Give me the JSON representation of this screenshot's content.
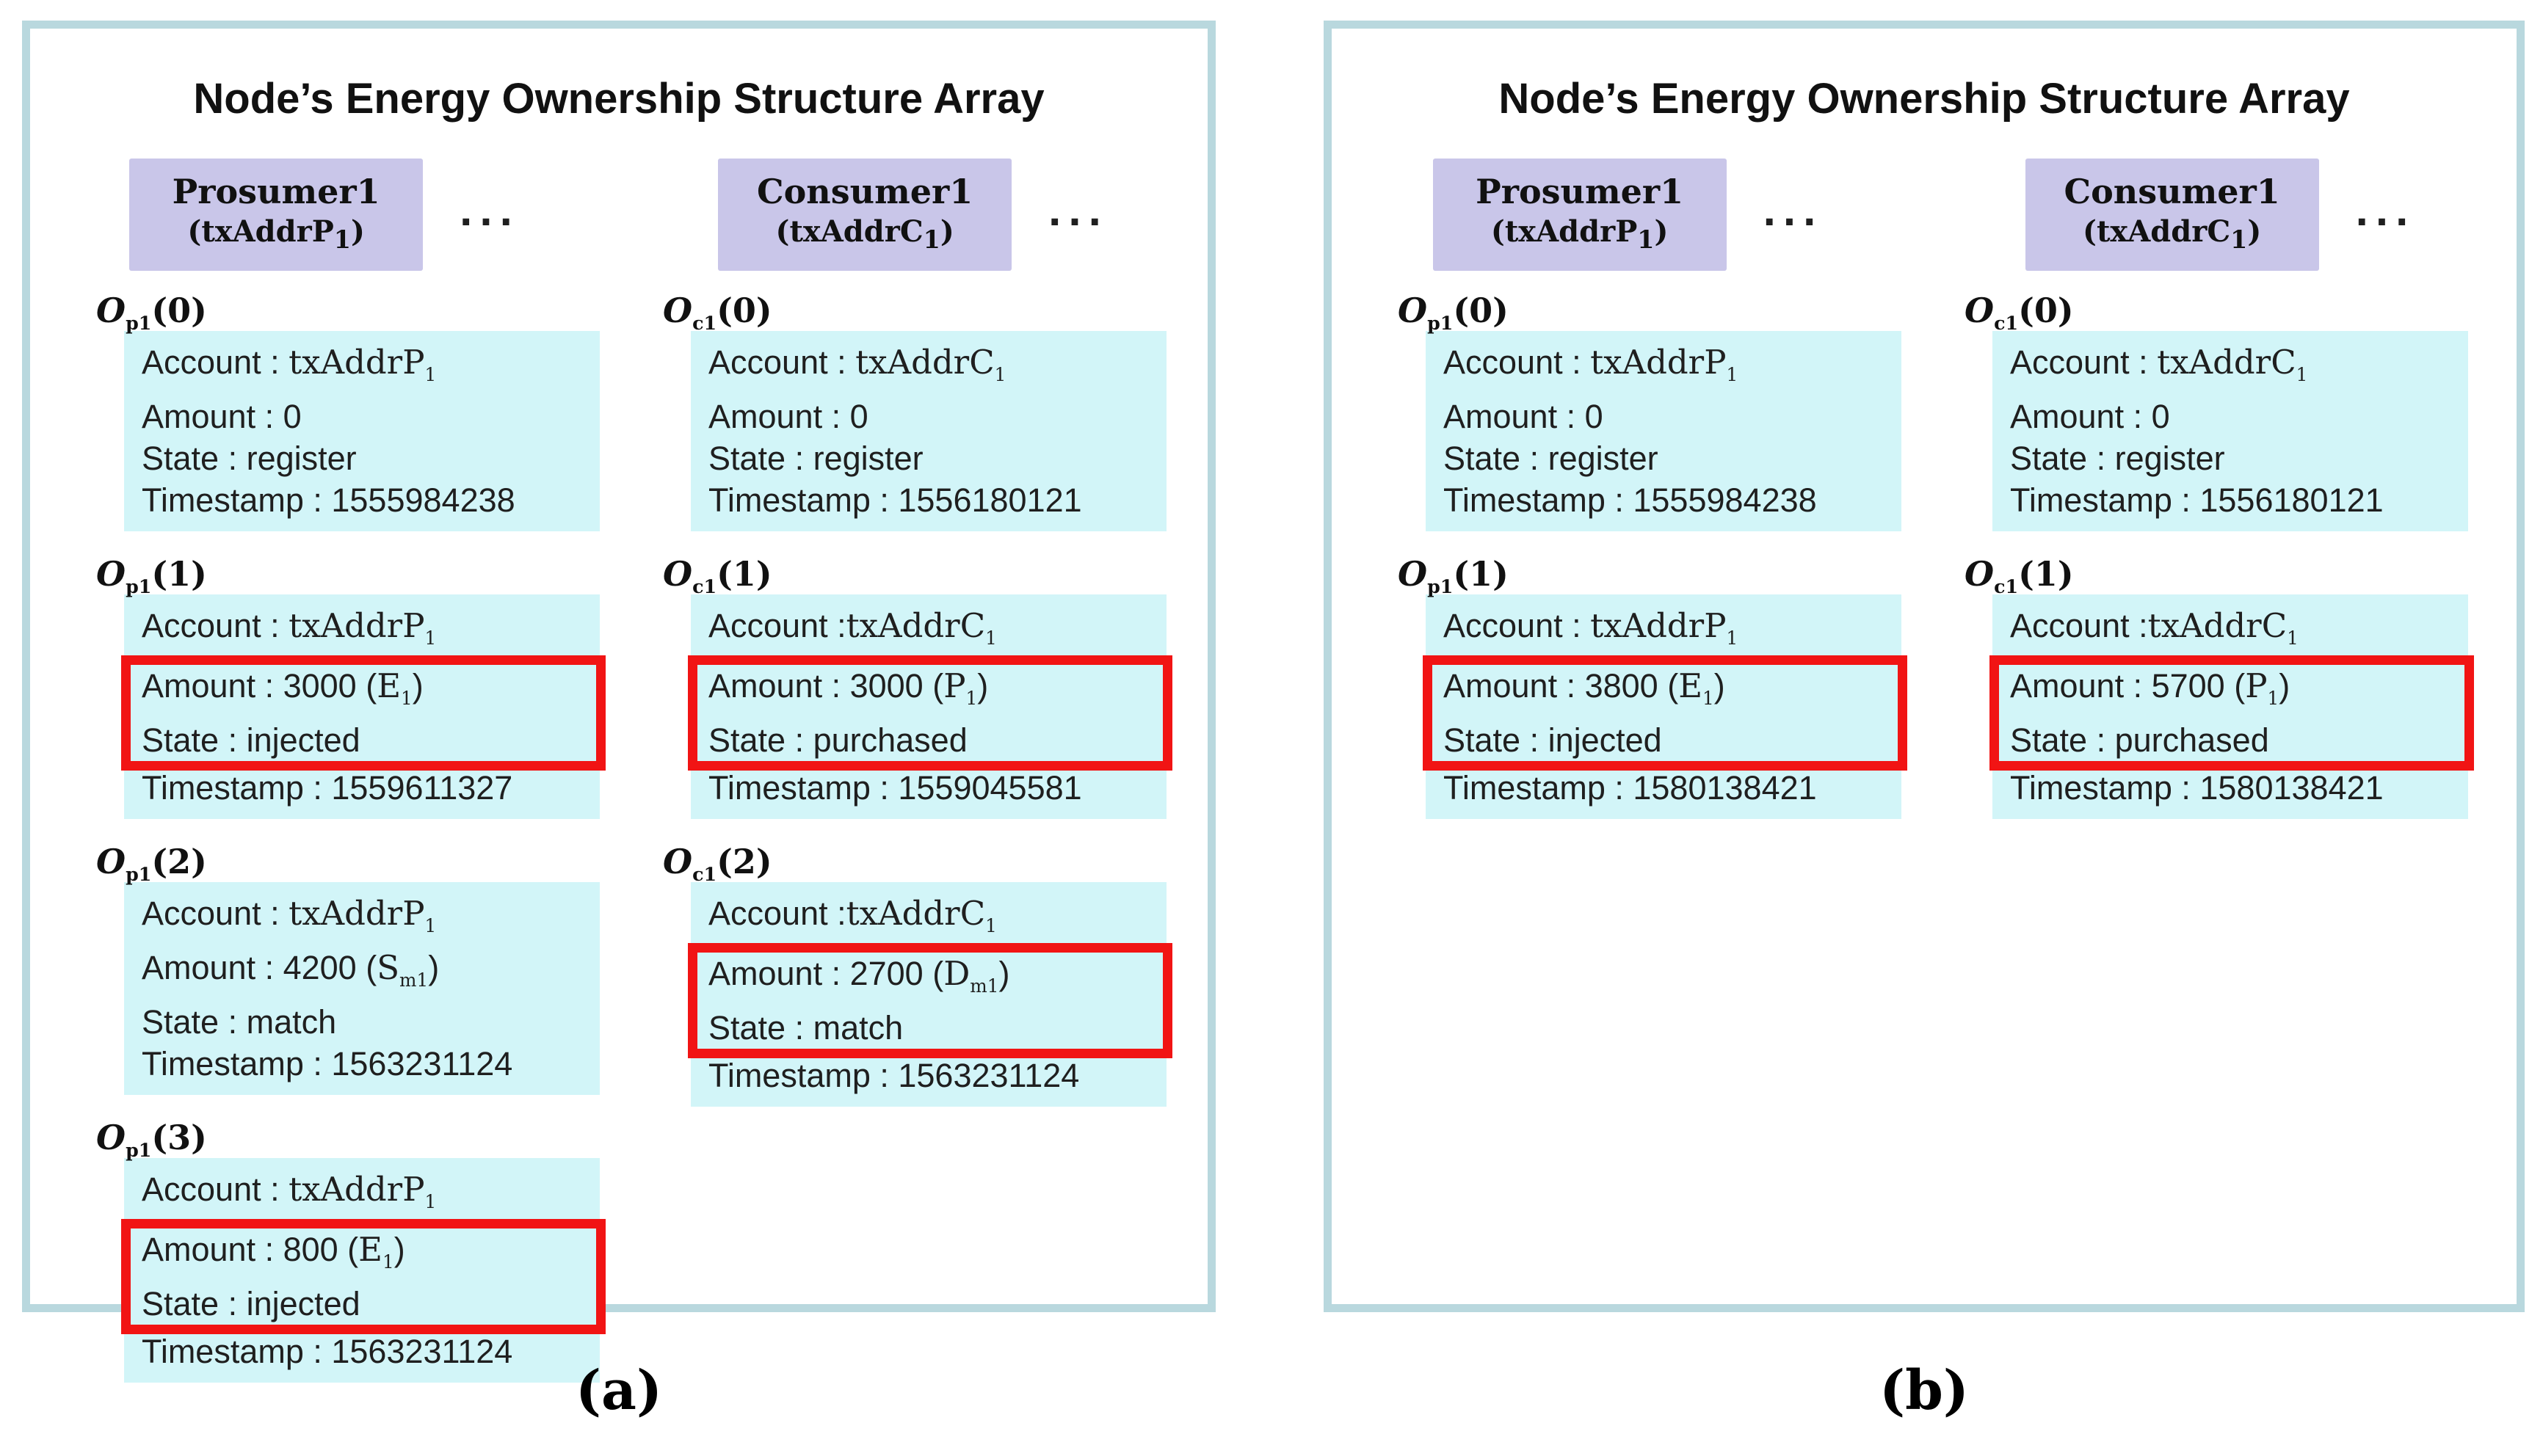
{
  "figure": {
    "colors": {
      "panel_border": "#b9d8de",
      "record_bg": "#d2f5f8",
      "header_bg": "#c9c6e9",
      "highlight_red": "#f11414",
      "text": "#1f1f1f"
    },
    "panels": [
      {
        "id": "a",
        "caption": "(a)",
        "title": "Node’s Energy Ownership Structure Array",
        "headers": [
          {
            "name": "Prosumer1",
            "addr": [
              {
                "t": "(txAddrP"
              },
              {
                "t": "1",
                "sub": true
              },
              {
                "t": ")"
              }
            ],
            "dots": "..."
          },
          {
            "name": "Consumer1",
            "addr": [
              {
                "t": "(txAddrC"
              },
              {
                "t": "1",
                "sub": true
              },
              {
                "t": ")"
              }
            ],
            "dots": "..."
          }
        ],
        "columns": [
          {
            "records": [
              {
                "label": [
                  {
                    "t": "O",
                    "i": true
                  },
                  {
                    "t": "p1",
                    "sub": true
                  },
                  {
                    "t": "(0)"
                  }
                ],
                "highlight": false,
                "lines": [
                  [
                    {
                      "t": "Account : "
                    },
                    {
                      "t": "txAddrP",
                      "m": true
                    },
                    {
                      "t": "1",
                      "m": true,
                      "sub": true
                    }
                  ],
                  [
                    {
                      "t": "Amount : 0"
                    }
                  ],
                  [
                    {
                      "t": "State : register"
                    }
                  ],
                  [
                    {
                      "t": "Timestamp : 1555984238"
                    }
                  ]
                ]
              },
              {
                "label": [
                  {
                    "t": "O",
                    "i": true
                  },
                  {
                    "t": "p1",
                    "sub": true
                  },
                  {
                    "t": "(1)"
                  }
                ],
                "highlight": true,
                "lines": [
                  [
                    {
                      "t": "Account : "
                    },
                    {
                      "t": "txAddrP",
                      "m": true
                    },
                    {
                      "t": "1",
                      "m": true,
                      "sub": true
                    }
                  ],
                  [
                    {
                      "t": "Amount : 3000 ("
                    },
                    {
                      "t": "E",
                      "m": true
                    },
                    {
                      "t": "1",
                      "m": true,
                      "sub": true
                    },
                    {
                      "t": ")"
                    }
                  ],
                  [
                    {
                      "t": "State : injected"
                    }
                  ],
                  [
                    {
                      "t": "Timestamp : 1559611327"
                    }
                  ]
                ]
              },
              {
                "label": [
                  {
                    "t": "O",
                    "i": true
                  },
                  {
                    "t": "p1",
                    "sub": true
                  },
                  {
                    "t": "(2)"
                  }
                ],
                "highlight": false,
                "lines": [
                  [
                    {
                      "t": "Account : "
                    },
                    {
                      "t": "txAddrP",
                      "m": true
                    },
                    {
                      "t": "1",
                      "m": true,
                      "sub": true
                    }
                  ],
                  [
                    {
                      "t": "Amount : 4200 ("
                    },
                    {
                      "t": "S",
                      "m": true
                    },
                    {
                      "t": "m1",
                      "m": true,
                      "sub": true
                    },
                    {
                      "t": ")"
                    }
                  ],
                  [
                    {
                      "t": "State : match"
                    }
                  ],
                  [
                    {
                      "t": "Timestamp : 1563231124"
                    }
                  ]
                ]
              },
              {
                "label": [
                  {
                    "t": "O",
                    "i": true
                  },
                  {
                    "t": "p1",
                    "sub": true
                  },
                  {
                    "t": "(3)"
                  }
                ],
                "highlight": true,
                "lines": [
                  [
                    {
                      "t": "Account : "
                    },
                    {
                      "t": "txAddrP",
                      "m": true
                    },
                    {
                      "t": "1",
                      "m": true,
                      "sub": true
                    }
                  ],
                  [
                    {
                      "t": "Amount : 800 ("
                    },
                    {
                      "t": "E",
                      "m": true
                    },
                    {
                      "t": "1",
                      "m": true,
                      "sub": true
                    },
                    {
                      "t": ")"
                    }
                  ],
                  [
                    {
                      "t": "State : injected"
                    }
                  ],
                  [
                    {
                      "t": "Timestamp : 1563231124"
                    }
                  ]
                ]
              }
            ]
          },
          {
            "records": [
              {
                "label": [
                  {
                    "t": "O",
                    "i": true
                  },
                  {
                    "t": "c1",
                    "sub": true
                  },
                  {
                    "t": "(0)"
                  }
                ],
                "highlight": false,
                "lines": [
                  [
                    {
                      "t": "Account : "
                    },
                    {
                      "t": "txAddrC",
                      "m": true
                    },
                    {
                      "t": "1",
                      "m": true,
                      "sub": true
                    }
                  ],
                  [
                    {
                      "t": "Amount : 0"
                    }
                  ],
                  [
                    {
                      "t": "State : register"
                    }
                  ],
                  [
                    {
                      "t": "Timestamp : 1556180121"
                    }
                  ]
                ]
              },
              {
                "label": [
                  {
                    "t": "O",
                    "i": true
                  },
                  {
                    "t": "c1",
                    "sub": true
                  },
                  {
                    "t": "(1)"
                  }
                ],
                "highlight": true,
                "lines": [
                  [
                    {
                      "t": "Account :"
                    },
                    {
                      "t": "txAddrC",
                      "m": true
                    },
                    {
                      "t": "1",
                      "m": true,
                      "sub": true
                    }
                  ],
                  [
                    {
                      "t": "Amount : 3000 ("
                    },
                    {
                      "t": "P",
                      "m": true
                    },
                    {
                      "t": "1",
                      "m": true,
                      "sub": true
                    },
                    {
                      "t": ")"
                    }
                  ],
                  [
                    {
                      "t": "State : purchased"
                    }
                  ],
                  [
                    {
                      "t": "Timestamp : 1559045581"
                    }
                  ]
                ]
              },
              {
                "label": [
                  {
                    "t": "O",
                    "i": true
                  },
                  {
                    "t": "c1",
                    "sub": true
                  },
                  {
                    "t": "(2)"
                  }
                ],
                "highlight": true,
                "lines": [
                  [
                    {
                      "t": "Account :"
                    },
                    {
                      "t": "txAddrC",
                      "m": true
                    },
                    {
                      "t": "1",
                      "m": true,
                      "sub": true
                    }
                  ],
                  [
                    {
                      "t": "Amount : 2700 ("
                    },
                    {
                      "t": "D",
                      "m": true
                    },
                    {
                      "t": "m1",
                      "m": true,
                      "sub": true
                    },
                    {
                      "t": ")"
                    }
                  ],
                  [
                    {
                      "t": "State : match"
                    }
                  ],
                  [
                    {
                      "t": "Timestamp : 1563231124"
                    }
                  ]
                ]
              }
            ]
          }
        ]
      },
      {
        "id": "b",
        "caption": "(b)",
        "title": "Node’s Energy Ownership Structure Array",
        "headers": [
          {
            "name": "Prosumer1",
            "addr": [
              {
                "t": "(txAddrP"
              },
              {
                "t": "1",
                "sub": true
              },
              {
                "t": ")"
              }
            ],
            "dots": "..."
          },
          {
            "name": "Consumer1",
            "addr": [
              {
                "t": "(txAddrC"
              },
              {
                "t": "1",
                "sub": true
              },
              {
                "t": ")"
              }
            ],
            "dots": "..."
          }
        ],
        "columns": [
          {
            "records": [
              {
                "label": [
                  {
                    "t": "O",
                    "i": true
                  },
                  {
                    "t": "p1",
                    "sub": true
                  },
                  {
                    "t": "(0)"
                  }
                ],
                "highlight": false,
                "lines": [
                  [
                    {
                      "t": "Account : "
                    },
                    {
                      "t": "txAddrP",
                      "m": true
                    },
                    {
                      "t": "1",
                      "m": true,
                      "sub": true
                    }
                  ],
                  [
                    {
                      "t": "Amount : 0"
                    }
                  ],
                  [
                    {
                      "t": "State : register"
                    }
                  ],
                  [
                    {
                      "t": "Timestamp : 1555984238"
                    }
                  ]
                ]
              },
              {
                "label": [
                  {
                    "t": "O",
                    "i": true
                  },
                  {
                    "t": "p1",
                    "sub": true
                  },
                  {
                    "t": "(1)"
                  }
                ],
                "highlight": true,
                "lines": [
                  [
                    {
                      "t": "Account : "
                    },
                    {
                      "t": "txAddrP",
                      "m": true
                    },
                    {
                      "t": "1",
                      "m": true,
                      "sub": true
                    }
                  ],
                  [
                    {
                      "t": "Amount : 3800 ("
                    },
                    {
                      "t": "E",
                      "m": true
                    },
                    {
                      "t": "1",
                      "m": true,
                      "sub": true
                    },
                    {
                      "t": ")"
                    }
                  ],
                  [
                    {
                      "t": "State : injected"
                    }
                  ],
                  [
                    {
                      "t": "Timestamp : 1580138421"
                    }
                  ]
                ]
              }
            ]
          },
          {
            "records": [
              {
                "label": [
                  {
                    "t": "O",
                    "i": true
                  },
                  {
                    "t": "c1",
                    "sub": true
                  },
                  {
                    "t": "(0)"
                  }
                ],
                "highlight": false,
                "lines": [
                  [
                    {
                      "t": "Account : "
                    },
                    {
                      "t": "txAddrC",
                      "m": true
                    },
                    {
                      "t": "1",
                      "m": true,
                      "sub": true
                    }
                  ],
                  [
                    {
                      "t": "Amount : 0"
                    }
                  ],
                  [
                    {
                      "t": "State : register"
                    }
                  ],
                  [
                    {
                      "t": "Timestamp : 1556180121"
                    }
                  ]
                ]
              },
              {
                "label": [
                  {
                    "t": "O",
                    "i": true
                  },
                  {
                    "t": "c1",
                    "sub": true
                  },
                  {
                    "t": "(1)"
                  }
                ],
                "highlight": true,
                "lines": [
                  [
                    {
                      "t": "Account :"
                    },
                    {
                      "t": "txAddrC",
                      "m": true
                    },
                    {
                      "t": "1",
                      "m": true,
                      "sub": true
                    }
                  ],
                  [
                    {
                      "t": "Amount : 5700 ("
                    },
                    {
                      "t": "P",
                      "m": true
                    },
                    {
                      "t": "1",
                      "m": true,
                      "sub": true
                    },
                    {
                      "t": ")"
                    }
                  ],
                  [
                    {
                      "t": "State : purchased"
                    }
                  ],
                  [
                    {
                      "t": "Timestamp : 1580138421"
                    }
                  ]
                ]
              }
            ]
          }
        ]
      }
    ]
  }
}
